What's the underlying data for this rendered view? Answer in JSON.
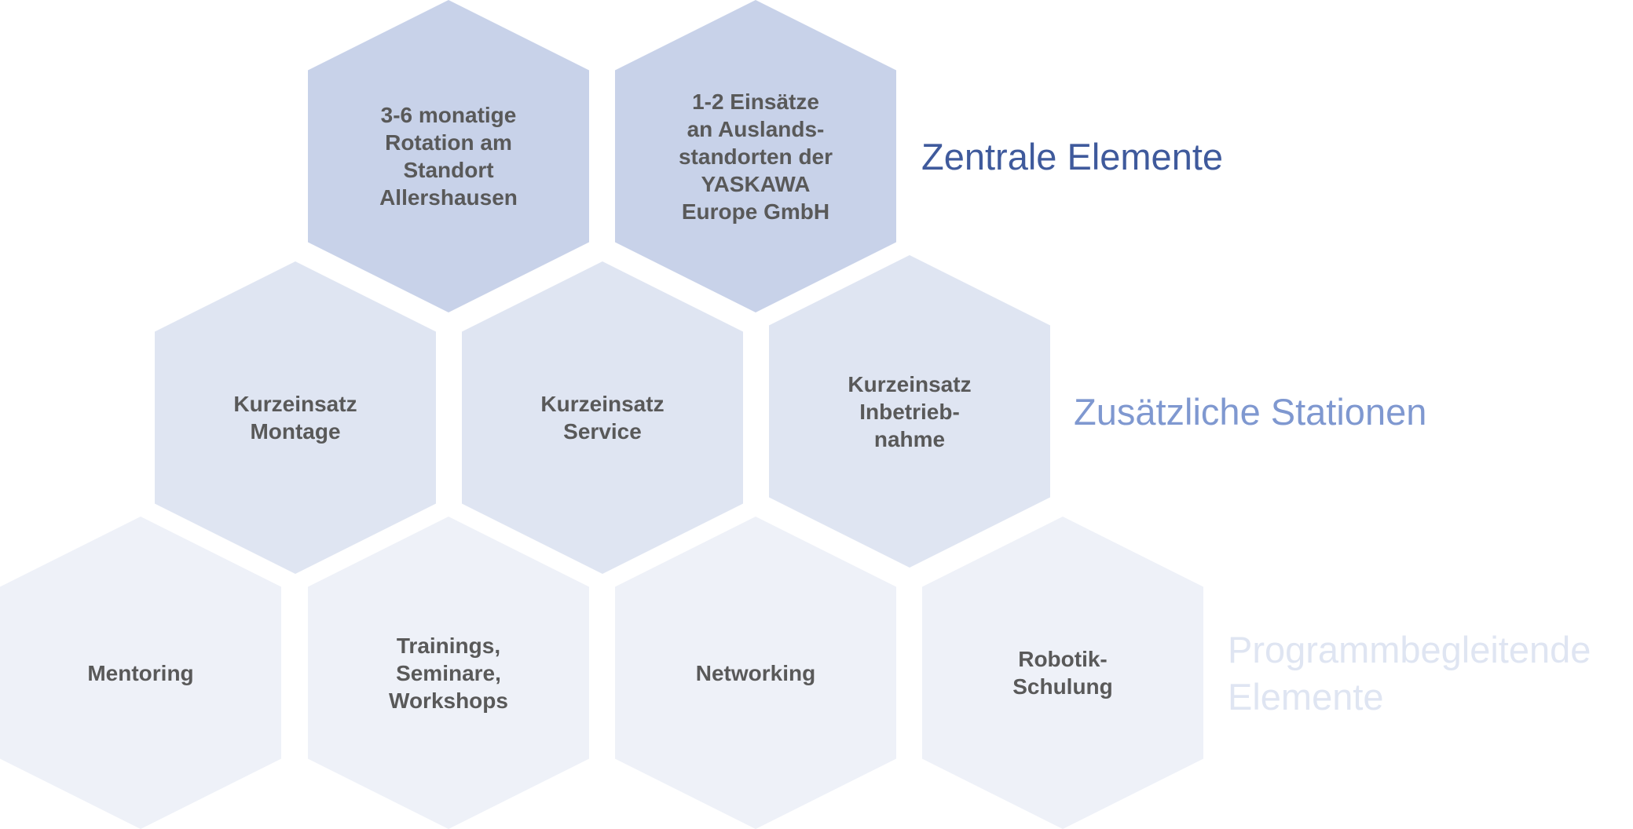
{
  "rows": [
    {
      "label": "Zentrale Elemente",
      "label_color": "#3f5a9c",
      "hexagons": [
        {
          "text": "3-6 monatige\nRotation am\nStandort\nAllershausen"
        },
        {
          "text": "1-2 Einsätze\nan Auslands-\nstandorten der\nYASKAWA\nEurope GmbH"
        }
      ]
    },
    {
      "label": "Zusätzliche Stationen",
      "label_color": "#7f98d0",
      "hexagons": [
        {
          "text": "Kurzeinsatz\nMontage"
        },
        {
          "text": "Kurzeinsatz\nService"
        },
        {
          "text": "Kurzeinsatz\nInbetrieb-\nnahme"
        }
      ]
    },
    {
      "label": "Programmbegleitende\nElemente",
      "label_color": "#dfe5f2",
      "hexagons": [
        {
          "text": "Mentoring"
        },
        {
          "text": "Trainings,\nSeminare,\nWorkshops"
        },
        {
          "text": "Networking"
        },
        {
          "text": "Robotik-\nSchulung"
        }
      ]
    }
  ],
  "colors": {
    "tier1_fill": "#c8d2e9",
    "tier2_fill": "#dfe5f2",
    "tier3_fill": "#eef1f8",
    "hex_text": "#595959"
  }
}
